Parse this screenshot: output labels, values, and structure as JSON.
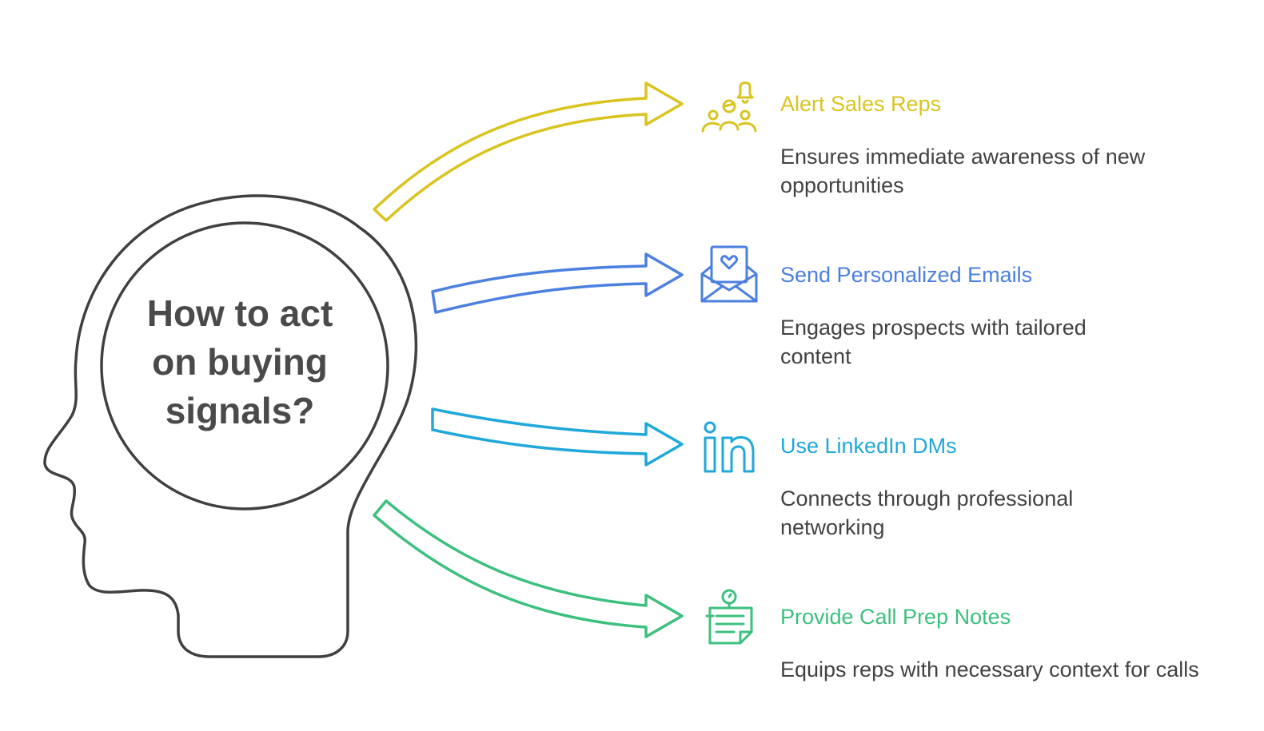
{
  "center": {
    "title_lines": [
      "How to act",
      "on buying",
      "signals?"
    ]
  },
  "colors": {
    "head": "#404040",
    "alert": "#D9C41F",
    "email": "#4B7FE0",
    "linkedin": "#1FA8D9",
    "notes": "#3DC07E",
    "text": "#424242"
  },
  "items": [
    {
      "title": "Alert Sales Reps",
      "description": "Ensures immediate awareness of new opportunities",
      "icon": "team-bell-icon",
      "color": "#D9C41F"
    },
    {
      "title": "Send Personalized Emails",
      "description": "Engages prospects with tailored content",
      "icon": "envelope-heart-icon",
      "color": "#4B7FE0"
    },
    {
      "title": "Use LinkedIn DMs",
      "description": "Connects through professional networking",
      "icon": "linkedin-icon",
      "color": "#1FA8D9"
    },
    {
      "title": "Provide Call Prep Notes",
      "description": "Equips reps with necessary context for calls",
      "icon": "sticky-note-pin-icon",
      "color": "#3DC07E"
    }
  ]
}
